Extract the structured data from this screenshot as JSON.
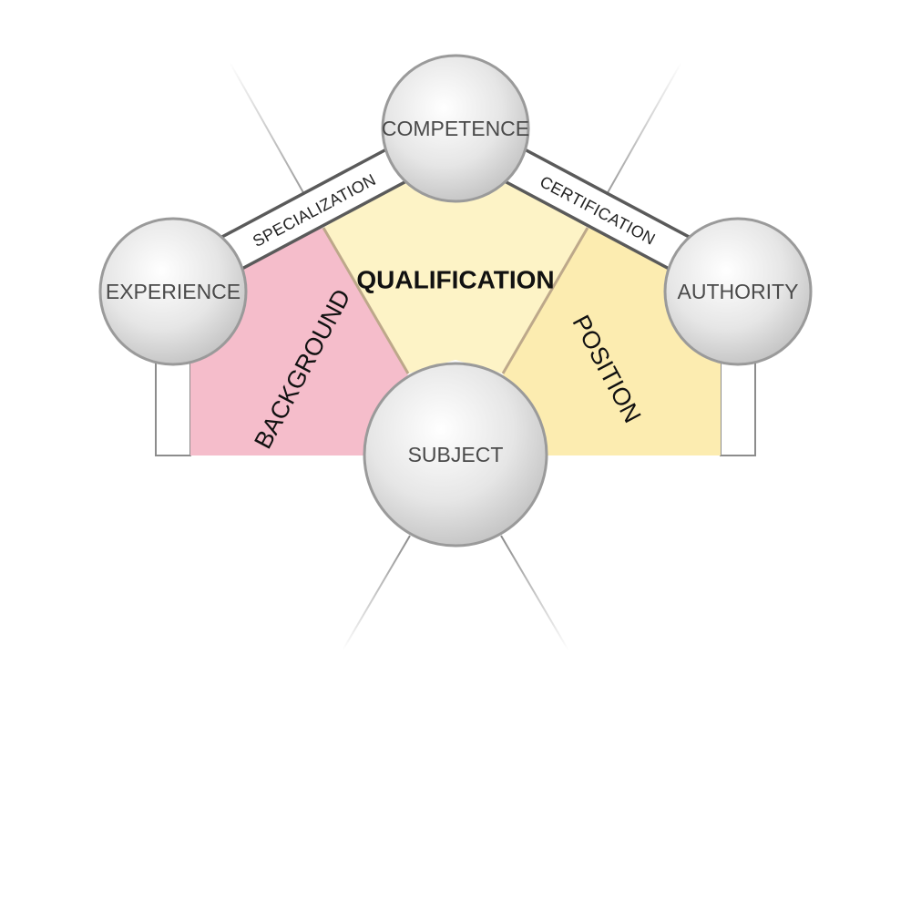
{
  "colors": {
    "background_region": "#f5bdcb",
    "qualification_region": "#fdf3c6",
    "position_region": "#fcecb0",
    "node_light": "#ffffff",
    "node_dark": "#c8c8c8",
    "node_stroke": "#9a9a9a",
    "bar_stroke": "#5a5a5a"
  },
  "nodes": {
    "competence": "COMPETENCE",
    "experience": "EXPERIENCE",
    "authority": "AUTHORITY",
    "subject": "SUBJECT"
  },
  "connectors": {
    "specialization": "SPECIALIZATION",
    "certification": "CERTIFICATION"
  },
  "regions": {
    "qualification": "QUALIFICATION",
    "background": "BACKGROUND",
    "position": "POSITION"
  }
}
